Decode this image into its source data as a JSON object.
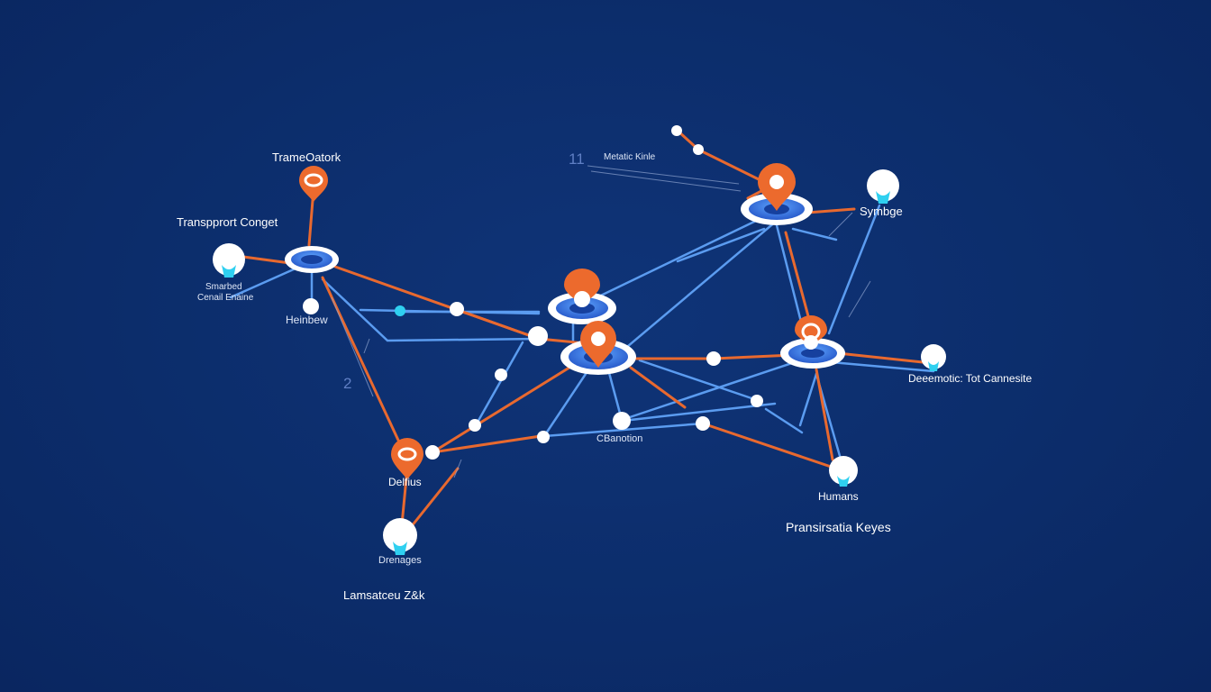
{
  "labels": {
    "trame_oatork": "TrameOatork",
    "transpprort_conget": "Transpprort Conget",
    "smarbed": "Smarbed",
    "cenail_enaine": "Cenail Enaine",
    "heinbew": "Heinbew",
    "number_11": "11",
    "metatic_kinle": "Metatic Kinle",
    "symbge": "Symbge",
    "number_2": "2",
    "deeemotic": "Deeemotic: Tot Cannesite",
    "cbanotion": "CBanotion",
    "delfius": "Delfius",
    "humans": "Humans",
    "pransirsatia_keyes": "Pransirsatia Keyes",
    "drenages": "Drenages",
    "lamsatceu": "Lamsatceu Z&k"
  },
  "colors": {
    "background": "#0c2d6b",
    "edge_orange": "#e8692f",
    "edge_blue": "#5b9cf0",
    "marker_orange": "#ec6a2d",
    "hub_blue": "#2f6fd8",
    "bulb_cyan": "#2fd0f0",
    "node_white": "#ffffff"
  },
  "icons": [
    "location-pin-icon",
    "hub-gear-icon",
    "lightbulb-icon",
    "node-dot-icon"
  ]
}
